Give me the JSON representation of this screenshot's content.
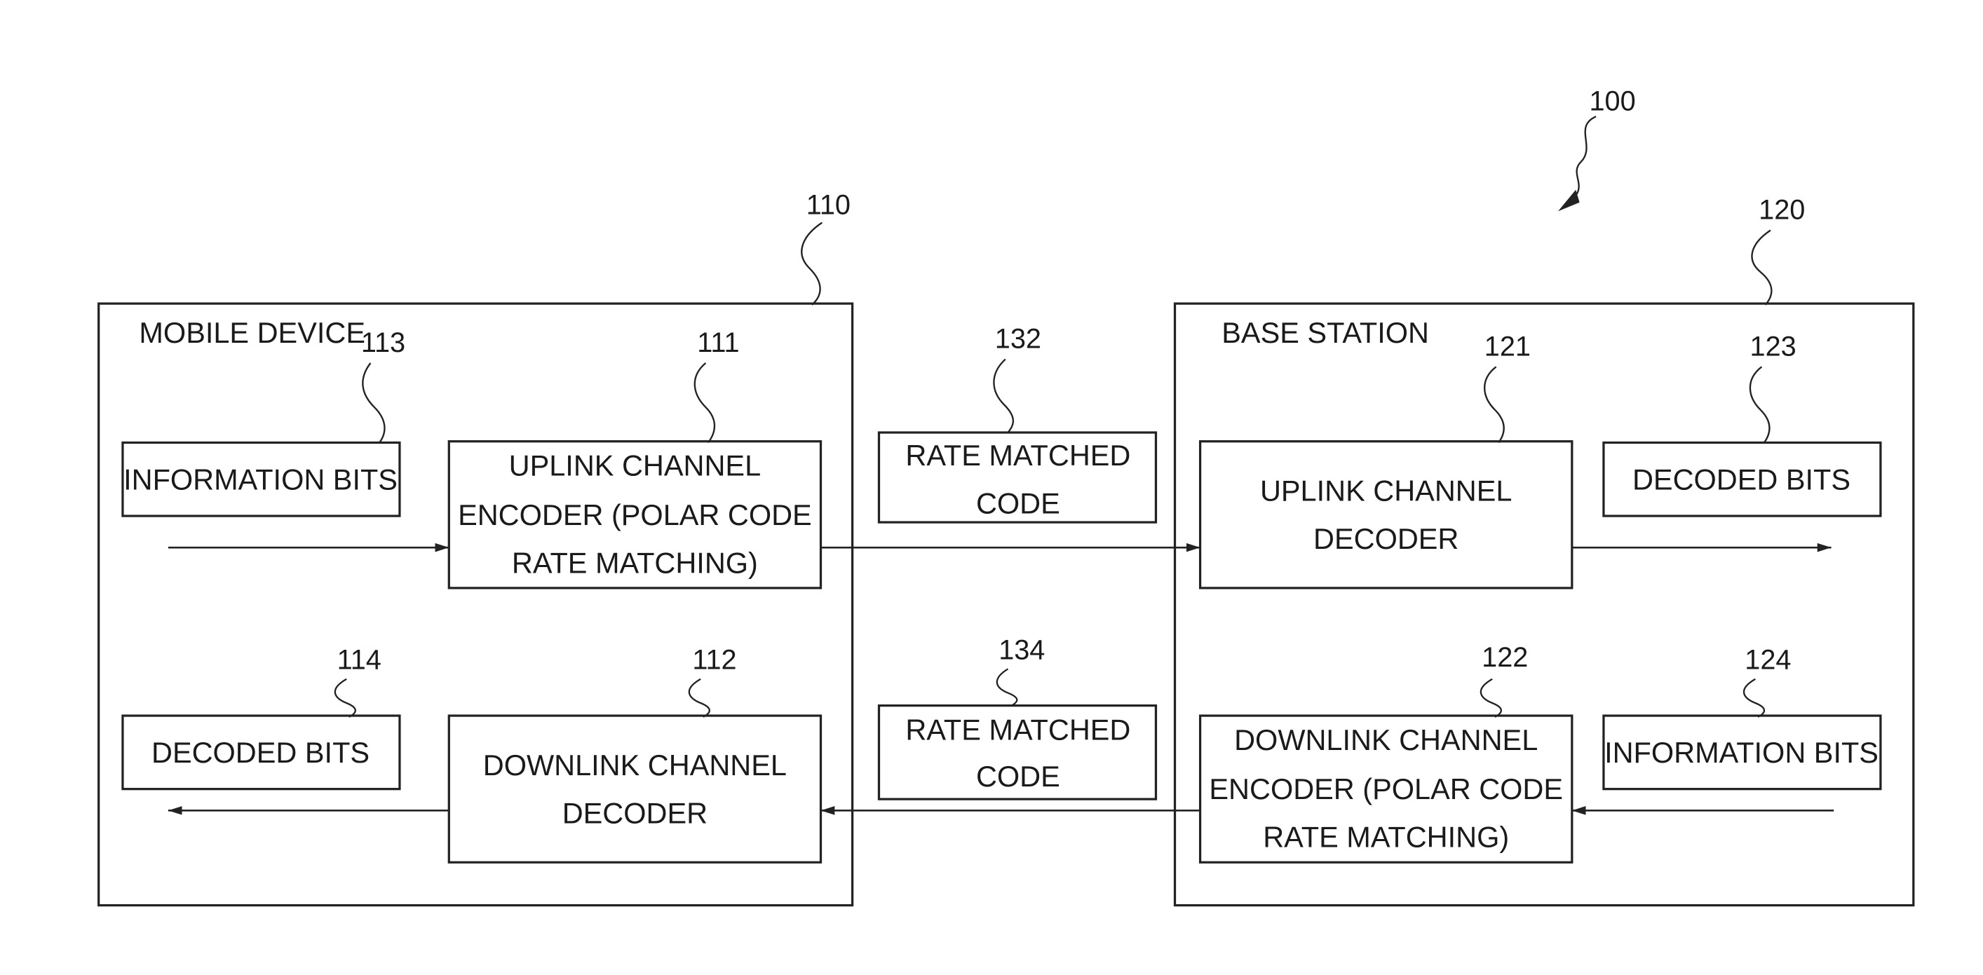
{
  "figure_ref": "100",
  "mobile_device": {
    "ref": "110",
    "title": "MOBILE DEVICE",
    "information_bits": {
      "ref": "113",
      "label": "INFORMATION BITS"
    },
    "uplink_encoder": {
      "ref": "111",
      "lines": [
        "UPLINK CHANNEL",
        "ENCODER (POLAR CODE",
        "RATE MATCHING)"
      ]
    },
    "decoded_bits": {
      "ref": "114",
      "label": "DECODED BITS"
    },
    "downlink_decoder": {
      "ref": "112",
      "lines": [
        "DOWNLINK CHANNEL",
        "DECODER"
      ]
    }
  },
  "base_station": {
    "ref": "120",
    "title": "BASE STATION",
    "uplink_decoder": {
      "ref": "121",
      "lines": [
        "UPLINK CHANNEL",
        "DECODER"
      ]
    },
    "decoded_bits": {
      "ref": "123",
      "label": "DECODED BITS"
    },
    "downlink_encoder": {
      "ref": "122",
      "lines": [
        "DOWNLINK CHANNEL",
        "ENCODER (POLAR CODE",
        "RATE MATCHING)"
      ]
    },
    "information_bits": {
      "ref": "124",
      "label": "INFORMATION BITS"
    }
  },
  "channel": {
    "uplink_code": {
      "ref": "132",
      "lines": [
        "RATE MATCHED",
        "CODE"
      ]
    },
    "downlink_code": {
      "ref": "134",
      "lines": [
        "RATE MATCHED",
        "CODE"
      ]
    }
  }
}
